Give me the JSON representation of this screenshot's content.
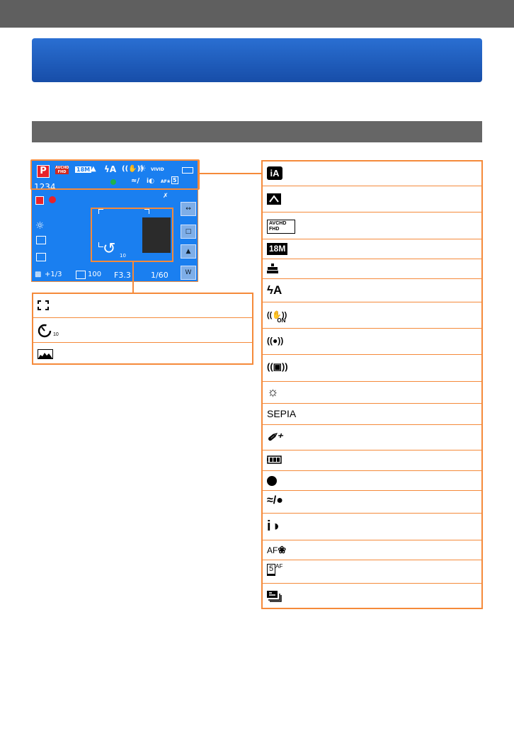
{
  "lcd": {
    "mode": "P",
    "shot_count": "1234",
    "exposure_comp": "+1/3",
    "iso": "100",
    "aperture": "F3.3",
    "shutter": "1/60",
    "color_mode": "VIVID",
    "self_timer": "10",
    "megapixels": "18M"
  },
  "left_items": [
    {
      "icon": "af-area-icon"
    },
    {
      "icon": "self-timer-10s-icon",
      "sub": "10"
    },
    {
      "icon": "histogram-icon"
    }
  ],
  "right_items": [
    {
      "icon": "intelligent-auto-icon",
      "label": "iA"
    },
    {
      "icon": "scene-mode-icon"
    },
    {
      "icon": "recording-format-icon",
      "label": "AVCHD FHD"
    },
    {
      "icon": "picture-size-icon",
      "label": "18M"
    },
    {
      "icon": "quality-icon"
    },
    {
      "icon": "flash-auto-icon",
      "label": "ϟA"
    },
    {
      "icon": "stabilizer-on-icon",
      "label": "ON"
    },
    {
      "icon": "subject-motion-icon"
    },
    {
      "icon": "camera-shake-icon"
    },
    {
      "icon": "white-balance-daylight-icon"
    },
    {
      "icon": "color-mode-icon",
      "label": "SEPIA"
    },
    {
      "icon": "retouch-icon"
    },
    {
      "icon": "battery-icon"
    },
    {
      "icon": "focus-dot-icon"
    },
    {
      "icon": "wind-cut-icon"
    },
    {
      "icon": "intelligent-exposure-icon",
      "label": "i"
    },
    {
      "icon": "af-macro-icon",
      "label": "AF"
    },
    {
      "icon": "burst-af-icon",
      "label": "5",
      "sup": "AF"
    },
    {
      "icon": "auto-bracket-icon"
    }
  ]
}
